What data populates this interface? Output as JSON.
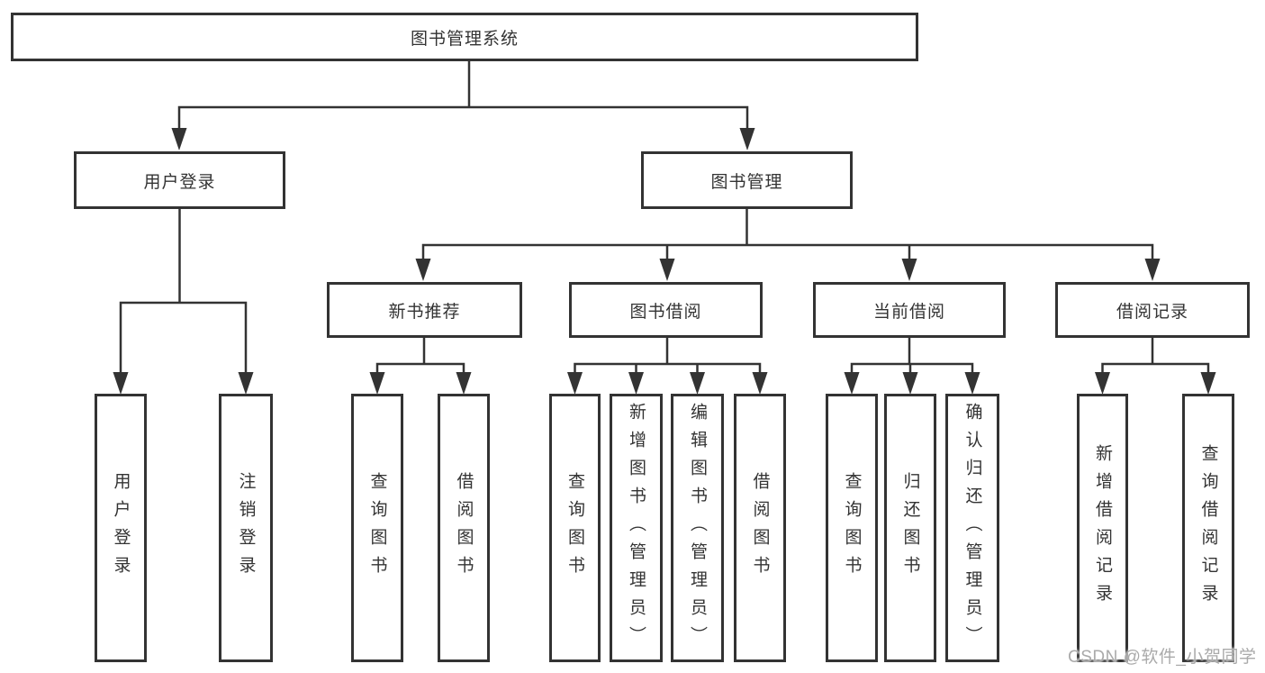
{
  "colors": {
    "line": "#333333",
    "text": "#333333",
    "box_background": "#ffffff",
    "page_background": "#ffffff",
    "watermark_text": "#aaaaaa"
  },
  "diagram": {
    "root": {
      "label": "图书管理系统"
    },
    "level2": [
      {
        "label": "用户登录"
      },
      {
        "label": "图书管理"
      }
    ],
    "level3": [
      {
        "label": "新书推荐"
      },
      {
        "label": "图书借阅"
      },
      {
        "label": "当前借阅"
      },
      {
        "label": "借阅记录"
      }
    ],
    "leaves": [
      {
        "label": "用户登录"
      },
      {
        "label": "注销登录"
      },
      {
        "label": "查询图书"
      },
      {
        "label": "借阅图书"
      },
      {
        "label": "查询图书"
      },
      {
        "label": "新增图书（管理员）"
      },
      {
        "label": "编辑图书（管理员）"
      },
      {
        "label": "借阅图书"
      },
      {
        "label": "查询图书"
      },
      {
        "label": "归还图书"
      },
      {
        "label": "确认归还（管理员）"
      },
      {
        "label": "新增借阅记录"
      },
      {
        "label": "查询借阅记录"
      }
    ]
  },
  "watermark": {
    "text": "CSDN @软件_小贺同学"
  }
}
